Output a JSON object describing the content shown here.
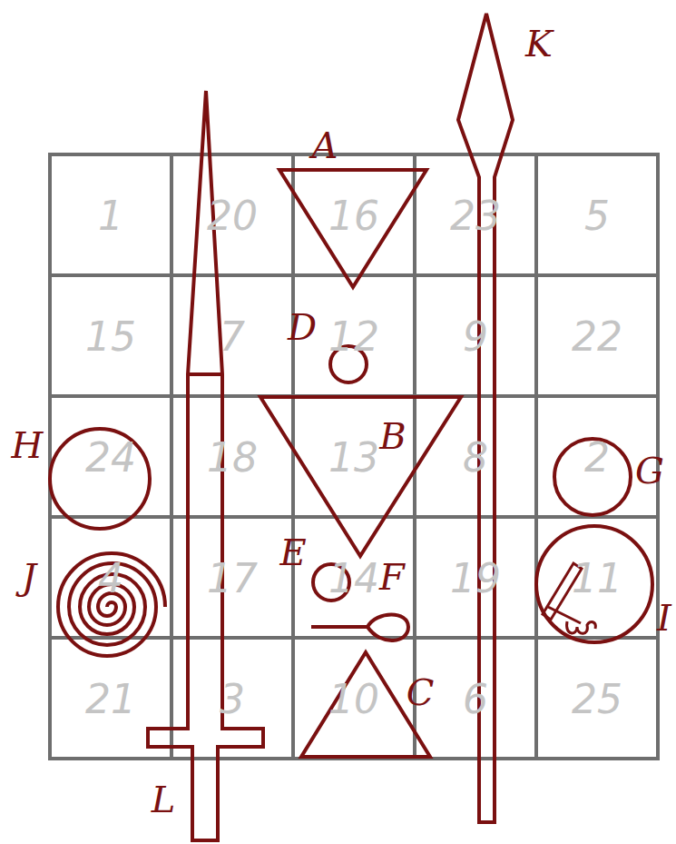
{
  "diagram": {
    "labels": [
      "1",
      "20",
      "16",
      "23",
      "5",
      "15",
      "7",
      "12",
      "9",
      "22",
      "24",
      "18",
      "13",
      "8",
      "2",
      "4",
      "17",
      "14",
      "19",
      "11",
      "21",
      "3",
      "10",
      "6",
      "25",
      "A",
      "K",
      "D",
      "B",
      "H",
      "G",
      "J",
      "E",
      "F",
      "I",
      "C",
      "L"
    ]
  }
}
